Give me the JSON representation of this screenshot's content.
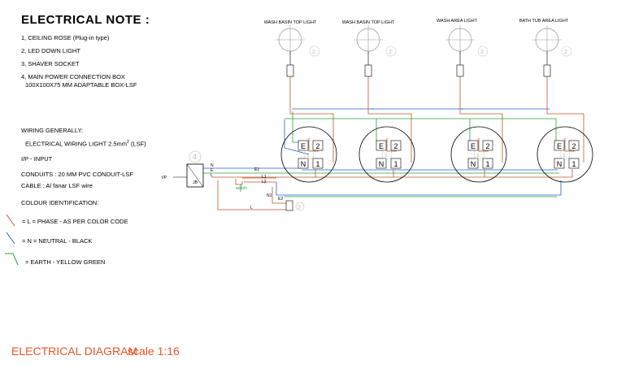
{
  "title": "ELECTRICAL NOTE :",
  "notes": {
    "item1": "1, CEILING ROSE (Plug-in type)",
    "item2": "2, LED DOWN LIGHT",
    "item3": "3, SHAVER SOCKET",
    "item4_line1": "4, MAIN POWER CONNECTION BOX",
    "item4_line2": "100X100X75 MM ADAPTABLE BOX-LSF"
  },
  "wiring": {
    "heading": "WIRING GENERALLY:",
    "light_pre": "ELECTRICAL WIRING LIGHT 2.5mm",
    "light_sup": "2",
    "light_post": " (LSF)",
    "input": "I/P - INPUT",
    "conduits": "CONDUITS : 20 MM PVC CONDUIT-LSF",
    "cable": "CABLE :  Al fanar LSF wire"
  },
  "colour_id": {
    "heading": "COLOUR IDENTIFICATION:",
    "phase": "= L  = PHASE - AS PER COLOR CODE",
    "neutral": "= N  = NEUTRAL - BLACK",
    "earth": "= EARTH - YELLOW GREEN"
  },
  "lights": [
    {
      "label": "WASH BASIN TOP LIGHT",
      "num": "2"
    },
    {
      "label": "WASH BASIN TOP LIGHT",
      "num": "2"
    },
    {
      "label": "WASH AREA LIGHT",
      "num": "2"
    },
    {
      "label": "BATH TUB AREA LIGHT",
      "num": "2"
    }
  ],
  "rose": {
    "e": "E",
    "two": "2",
    "n": "N",
    "one": "1",
    "num": "1"
  },
  "jb": {
    "label": "JB",
    "num": "4",
    "ip": "I/P",
    "n": "N",
    "e": "E",
    "l": "L"
  },
  "wire_labels": {
    "e1": "E1",
    "l1": "L1",
    "l2": "L2",
    "n1": "N1",
    "e2": "E2",
    "l": "L",
    "switch": "switch"
  },
  "shaver": {
    "num": "3"
  },
  "footer": {
    "title": "ELECTRICAL DIAGRAM",
    "scale": "scale  1:16"
  },
  "colors": {
    "phase": "#c0552a",
    "neutral": "#1f5fd0",
    "earth": "#2aa03a",
    "footer": "#e8542a"
  }
}
